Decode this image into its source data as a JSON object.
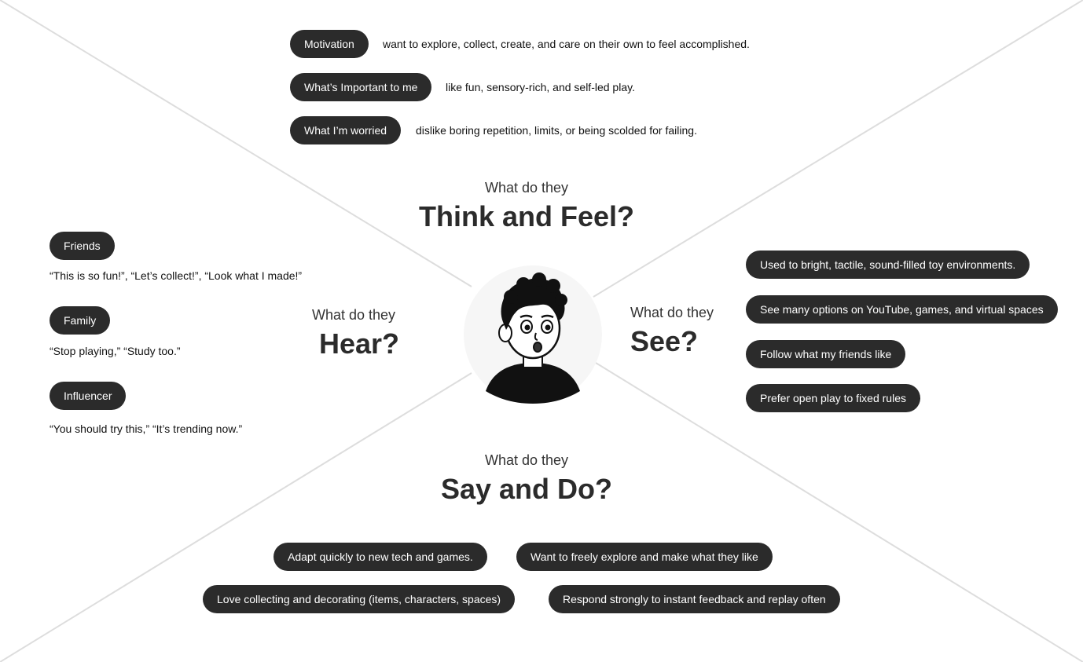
{
  "think_feel": {
    "subtitle": "What do they",
    "title": "Think and Feel?",
    "rows": [
      {
        "tag": "Motivation",
        "text": "want to explore, collect, create, and care on their own to feel accomplished."
      },
      {
        "tag": "What’s Important to me",
        "text": "like fun, sensory-rich, and self-led play."
      },
      {
        "tag": "What I’m worried",
        "text": "dislike boring repetition, limits, or being scolded for failing."
      }
    ]
  },
  "hear": {
    "subtitle": "What do they",
    "title": "Hear?",
    "groups": [
      {
        "tag": "Friends",
        "quote": "“This is so fun!”, “Let’s collect!”, “Look what I made!”"
      },
      {
        "tag": "Family",
        "quote": "“Stop playing,” “Study too.”"
      },
      {
        "tag": "Influencer",
        "quote": "“You should try this,” “It’s trending now.”"
      }
    ]
  },
  "see": {
    "subtitle": "What do they",
    "title": "See?",
    "items": [
      "Used to bright, tactile, sound-filled toy environments.",
      "See many options on YouTube, games, and virtual spaces",
      "Follow what my friends like",
      "Prefer open play to fixed rules"
    ]
  },
  "say_do": {
    "subtitle": "What do they",
    "title": "Say and Do?",
    "items": [
      "Adapt quickly to new tech and games.",
      "Want to freely explore and make what they like",
      "Love collecting and decorating (items, characters, spaces)",
      "Respond strongly to instant feedback and replay often"
    ]
  },
  "colors": {
    "pill_bg": "#2b2b2b",
    "pill_text": "#ffffff",
    "lines": "#dddddd"
  }
}
